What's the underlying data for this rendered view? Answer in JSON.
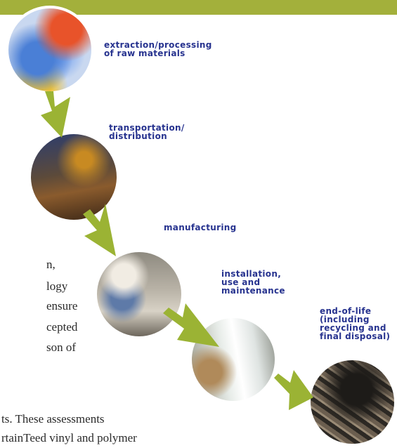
{
  "colors": {
    "band": "#a3b03b",
    "arrow": "#9bb334",
    "label": "#27338f",
    "body_text": "#2a2a2a"
  },
  "stages": [
    {
      "label": "extraction/processing\nof raw materials"
    },
    {
      "label": "transportation/\ndistribution"
    },
    {
      "label": "manufacturing"
    },
    {
      "label": "installation,\nuse and\nmaintenance"
    },
    {
      "label": "end-of-life\n(including\nrecycling and\nfinal disposal)"
    }
  ],
  "body_text": {
    "lines": [
      "n,",
      "logy",
      "ensure",
      "cepted",
      "son of",
      "ts. These assessments",
      "rtainTeed vinyl and polymer"
    ]
  }
}
